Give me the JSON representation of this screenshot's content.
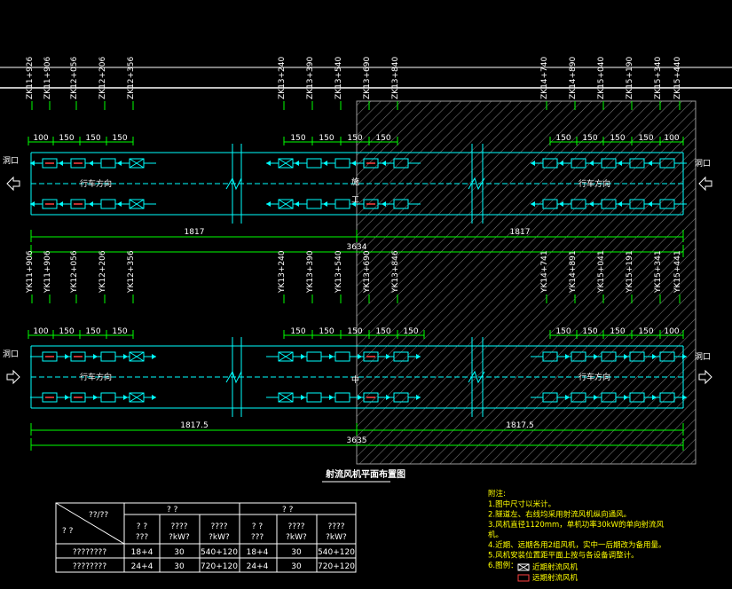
{
  "drawing": {
    "title": "射流风机平面布置图",
    "colors": {
      "tunnel": "#00ffff",
      "dimension": "#00ff00",
      "text": "#ffffff",
      "fan_mark": "#ff4040",
      "notes": "#ffff00",
      "hatch": "#7a7a7a"
    }
  },
  "upper": {
    "stations_left": [
      "ZK11+926",
      "ZK11+906",
      "ZK12+056",
      "ZK12+206",
      "ZK12+356"
    ],
    "stations_mid": [
      "ZK13+240",
      "ZK13+390",
      "ZK13+540",
      "ZK13+690",
      "ZK13+840"
    ],
    "stations_right": [
      "ZK14+740",
      "ZK14+890",
      "ZK15+040",
      "ZK15+190",
      "ZK15+340",
      "ZK15+440"
    ],
    "spacings_left": [
      "100",
      "150",
      "150",
      "150"
    ],
    "spacings_mid": [
      "150",
      "150",
      "150",
      "150"
    ],
    "spacings_right": [
      "150",
      "150",
      "150",
      "150",
      "100"
    ],
    "portal_left": "洞口",
    "portal_right": "洞口",
    "center_left": "行车方向",
    "center_right": "行车方向",
    "span_left": "1817",
    "span_right": "1817",
    "span_total": "3634"
  },
  "lower": {
    "stations_left": [
      "YK11+906",
      "YK11+906",
      "YK12+056",
      "YK12+206",
      "YK12+356"
    ],
    "stations_mid": [
      "YK13+240",
      "YK13+390",
      "YK13+540",
      "YK13+690",
      "YK13+846"
    ],
    "stations_right": [
      "YK14+741",
      "YK14+891",
      "YK15+041",
      "YK15+191",
      "YK15+341",
      "YK15+441"
    ],
    "spacings_left": [
      "100",
      "150",
      "150",
      "150"
    ],
    "spacings_mid": [
      "150",
      "150",
      "150",
      "150",
      "150"
    ],
    "spacings_right": [
      "150",
      "150",
      "150",
      "150",
      "100"
    ],
    "portal_left": "洞口",
    "portal_right": "洞口",
    "center_left": "行车方向",
    "center_right": "行车方向",
    "span_left": "1817.5",
    "span_right": "1817.5",
    "span_total": "3635"
  },
  "hatch_labels": [
    "施",
    "工",
    "中"
  ],
  "table": {
    "corner_top": "??/??",
    "corner_bottom": "? ?",
    "group_headers": [
      "? ?",
      "? ?"
    ],
    "sub_headers": [
      "? ?\n???",
      "????\n?kW?",
      "????\n?kW?",
      "? ?\n???",
      "????\n?kW?",
      "????\n?kW?"
    ],
    "rows": [
      {
        "name": "????????",
        "cells": [
          "18+4",
          "30",
          "540+120",
          "18+4",
          "30",
          "540+120"
        ]
      },
      {
        "name": "????????",
        "cells": [
          "24+4",
          "30",
          "720+120",
          "24+4",
          "30",
          "720+120"
        ]
      }
    ]
  },
  "notes": {
    "heading": "附注:",
    "lines": [
      "1.图中尺寸以米计。",
      "2.隧道左、右线均采用射流风机纵向通风。",
      "3.风机直径1120mm，单机功率30kW的单向射流风",
      "机。",
      "4.近期、远期各用2组风机，实中一后期改为备用量。",
      "5.风机安装位置距平面上按与各设备调整计。",
      "6.图例："
    ],
    "legend_a": "近期射流风机",
    "legend_b": "远期射流风机"
  }
}
